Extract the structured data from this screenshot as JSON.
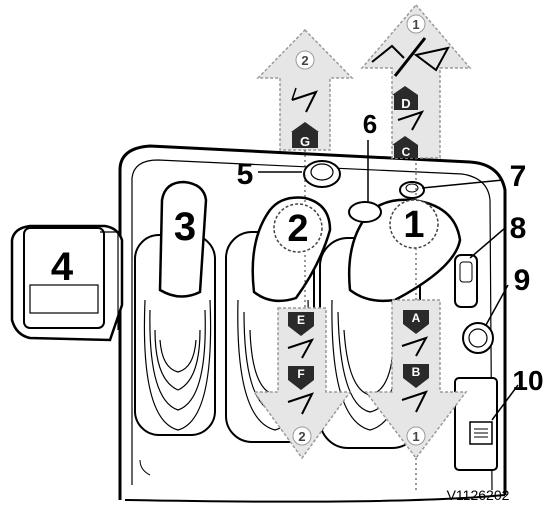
{
  "callouts": {
    "c1": "1",
    "c2": "2",
    "c3": "3",
    "c4": "4",
    "c5": "5",
    "c6": "6",
    "c7": "7",
    "c8": "8",
    "c9": "9",
    "c10": "10"
  },
  "arrows": {
    "up_left_number": "2",
    "up_left_badge": "G",
    "up_right_number": "1",
    "up_right_badge_d": "D",
    "up_right_badge_c": "C",
    "down_left_badge_e": "E",
    "down_left_badge_f": "F",
    "down_left_number": "2",
    "down_right_badge_a": "A",
    "down_right_badge_b": "B",
    "down_right_number": "1"
  },
  "figure_code": "V1126202",
  "colors": {
    "arrow_fill": "#e6e6e6",
    "arrow_stroke": "#9a9a9a",
    "badge_fill": "#2a2a2a",
    "line": "#000000"
  }
}
